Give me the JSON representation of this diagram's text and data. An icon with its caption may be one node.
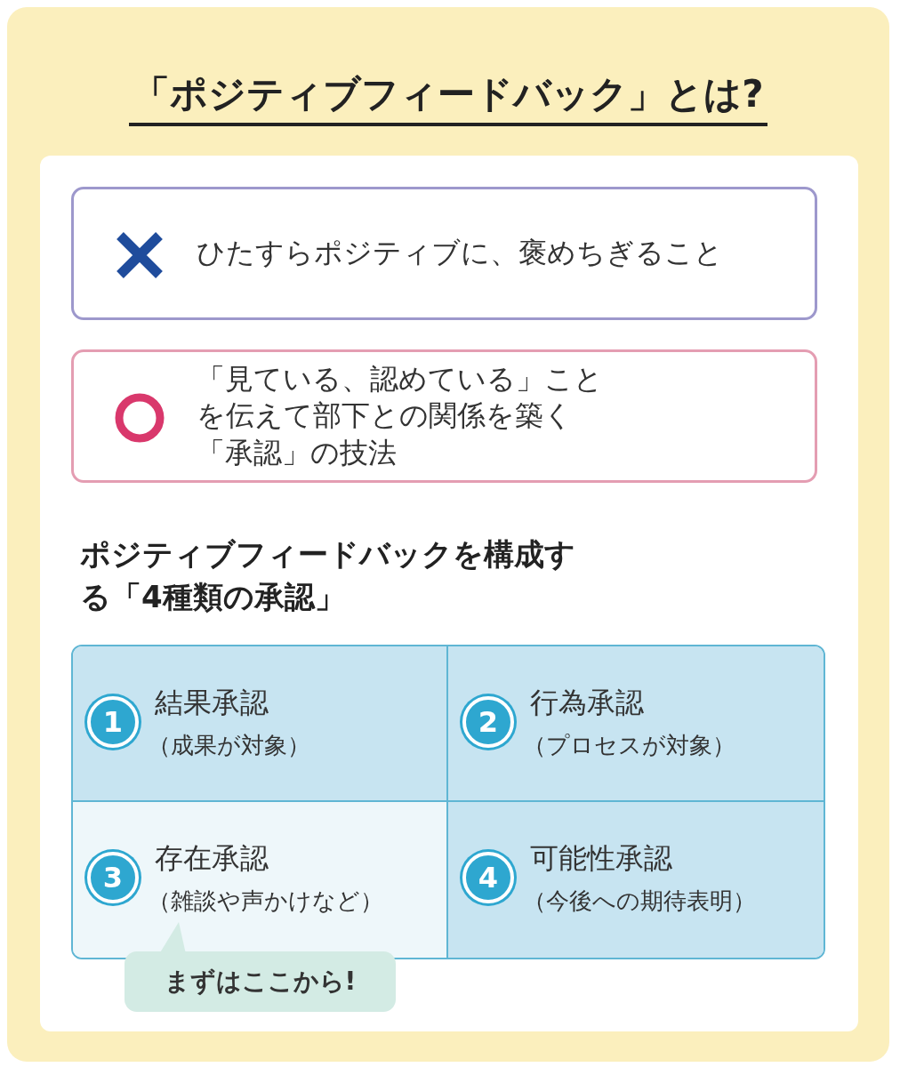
{
  "diagram": {
    "title": "「ポジティブフィードバック」とは?",
    "nodes": [
      {
        "text": [
          "ひたすらポジティブに、褒めちぎること"
        ]
      },
      {
        "text": [
          "「見ている、認めている」ことを伝えて部下との関係を築く「承認」の技法"
        ]
      },
      {
        "text": [
          "1",
          "結果承認",
          "（成果が対象）"
        ]
      },
      {
        "text": [
          "2",
          "行為承認",
          "（プロセスが対象）"
        ]
      },
      {
        "text": [
          "3",
          "存在承認",
          "（雑談や声かけなど）"
        ]
      },
      {
        "text": [
          "4",
          "可能性承認",
          "（今後への期待表明）"
        ]
      },
      {
        "text": [
          "まずはここから!"
        ]
      }
    ],
    "labels": [
      "ポジティブフィードバックを構成する「4種類の承認」"
    ]
  }
}
